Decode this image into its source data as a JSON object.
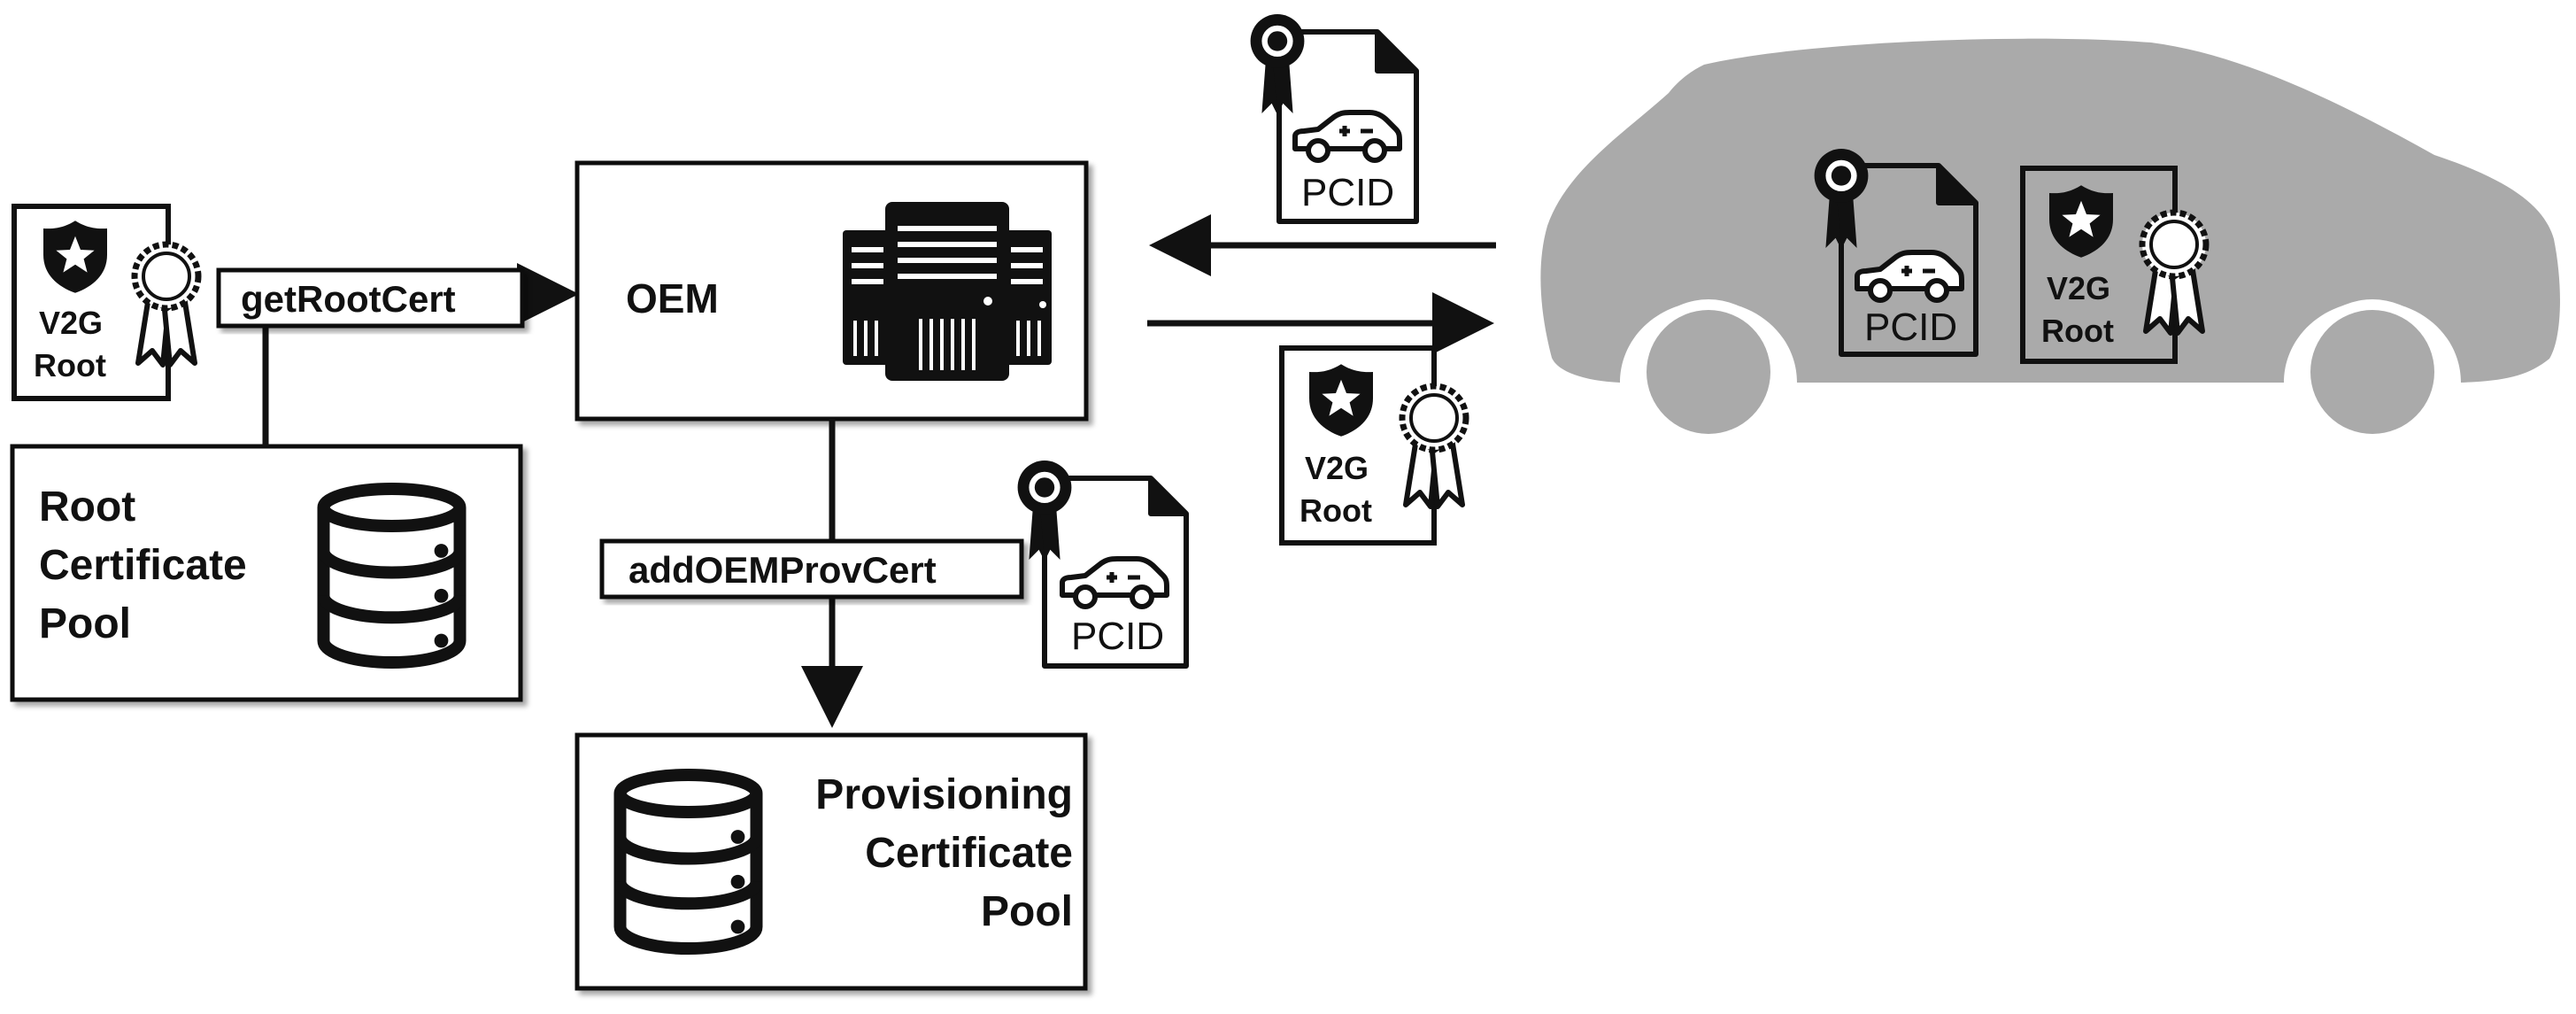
{
  "root_cert_left": {
    "line1": "V2G",
    "line2": "Root"
  },
  "get_root_cert_label": "getRootCert",
  "root_pool": {
    "line1": "Root",
    "line2": "Certificate",
    "line3": "Pool"
  },
  "oem": {
    "label": "OEM"
  },
  "add_oem_prov_cert_label": "addOEMProvCert",
  "pcid_cert_middle": {
    "label": "PCID"
  },
  "provisioning_pool": {
    "line1": "Provisioning",
    "line2": "Certificate",
    "line3": "Pool"
  },
  "pcid_cert_top": {
    "label": "PCID"
  },
  "root_cert_below_arrow": {
    "line1": "V2G",
    "line2": "Root"
  },
  "vehicle": {
    "pcid_cert": {
      "label": "PCID"
    },
    "root_cert": {
      "line1": "V2G",
      "line2": "Root"
    }
  },
  "colors": {
    "vehicle": "#aaaaaa",
    "stroke": "#111111",
    "background": "#ffffff"
  },
  "icons": [
    "shield-star-icon",
    "rosette-seal-icon",
    "server-icon",
    "database-icon",
    "car-battery-icon",
    "document-icon",
    "vehicle-silhouette"
  ]
}
